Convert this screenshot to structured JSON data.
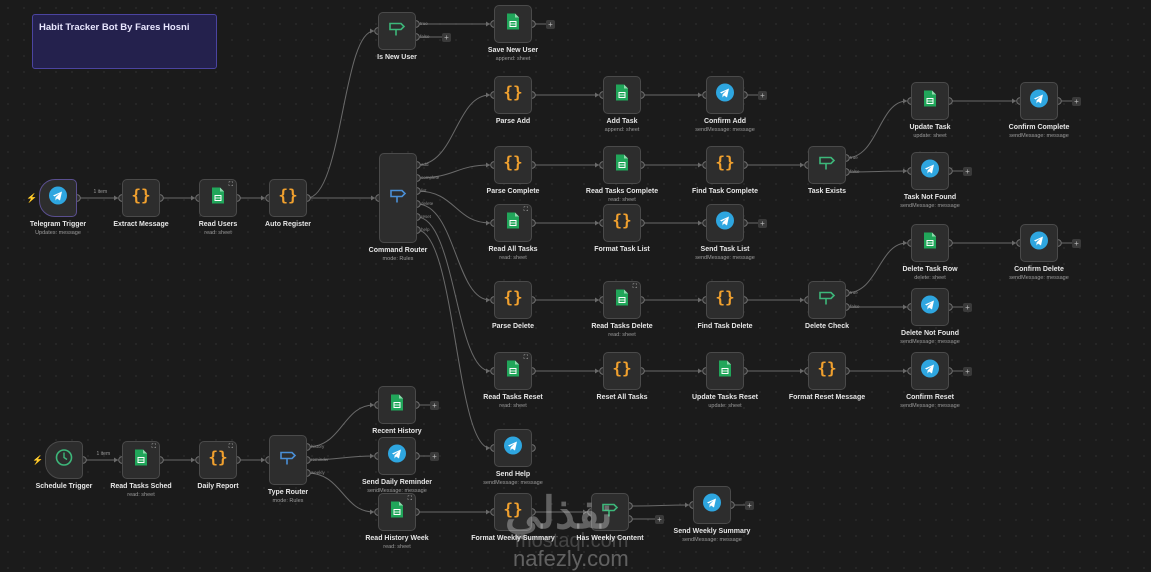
{
  "note": {
    "text": "Habit Tracker Bot By Fares Hosni"
  },
  "colors": {
    "code": "#f0a02e",
    "sheet": "#21a65a",
    "telegram": "#2ea6e0",
    "rules": "#4a8fd6",
    "if": "#3db77a",
    "edge": "#6a6a6a",
    "note_bg": "#24214d"
  },
  "nodes": [
    {
      "id": "tgTrigger",
      "name": "Telegram Trigger",
      "sub": "Updates: message",
      "icon": "telegram-icon"
    },
    {
      "id": "extract",
      "name": "Extract Message",
      "sub": "",
      "icon": "code-icon"
    },
    {
      "id": "readUsers",
      "name": "Read Users",
      "sub": "read: sheet",
      "icon": "sheet-icon"
    },
    {
      "id": "autoReg",
      "name": "Auto Register",
      "sub": "",
      "icon": "code-icon"
    },
    {
      "id": "isNew",
      "name": "Is New User",
      "sub": "",
      "icon": "if-icon",
      "outputs": [
        "true",
        "false"
      ]
    },
    {
      "id": "saveUser",
      "name": "Save New User",
      "sub": "append: sheet",
      "icon": "sheet-icon"
    },
    {
      "id": "cmdRouter",
      "name": "Command Router",
      "sub": "mode: Rules",
      "icon": "rules-icon",
      "outputs": [
        "add",
        "complete",
        "list",
        "delete",
        "reset",
        "help"
      ]
    },
    {
      "id": "parseAdd",
      "name": "Parse Add",
      "sub": "",
      "icon": "code-icon"
    },
    {
      "id": "addTask",
      "name": "Add Task",
      "sub": "append: sheet",
      "icon": "sheet-icon"
    },
    {
      "id": "confirmAdd",
      "name": "Confirm Add",
      "sub": "sendMessage: message",
      "icon": "telegram-icon"
    },
    {
      "id": "parseComplete",
      "name": "Parse Complete",
      "sub": "",
      "icon": "code-icon"
    },
    {
      "id": "readTasksComplete",
      "name": "Read Tasks Complete",
      "sub": "read: sheet",
      "icon": "sheet-icon"
    },
    {
      "id": "findTaskComplete",
      "name": "Find Task Complete",
      "sub": "",
      "icon": "code-icon"
    },
    {
      "id": "taskExists",
      "name": "Task Exists",
      "sub": "",
      "icon": "if-icon",
      "outputs": [
        "true",
        "false"
      ]
    },
    {
      "id": "updateTask",
      "name": "Update Task",
      "sub": "update: sheet",
      "icon": "sheet-icon"
    },
    {
      "id": "confirmComplete",
      "name": "Confirm Complete",
      "sub": "sendMessage: message",
      "icon": "telegram-icon"
    },
    {
      "id": "taskNotFound",
      "name": "Task Not Found",
      "sub": "sendMessage: message",
      "icon": "telegram-icon"
    },
    {
      "id": "readAll",
      "name": "Read All Tasks",
      "sub": "read: sheet",
      "icon": "sheet-icon"
    },
    {
      "id": "formatList",
      "name": "Format Task List",
      "sub": "",
      "icon": "code-icon"
    },
    {
      "id": "sendList",
      "name": "Send Task List",
      "sub": "sendMessage: message",
      "icon": "telegram-icon"
    },
    {
      "id": "parseDelete",
      "name": "Parse Delete",
      "sub": "",
      "icon": "code-icon"
    },
    {
      "id": "readTasksDelete",
      "name": "Read Tasks Delete",
      "sub": "read: sheet",
      "icon": "sheet-icon"
    },
    {
      "id": "findTaskDelete",
      "name": "Find Task Delete",
      "sub": "",
      "icon": "code-icon"
    },
    {
      "id": "deleteCheck",
      "name": "Delete Check",
      "sub": "",
      "icon": "if-icon",
      "outputs": [
        "true",
        "false"
      ]
    },
    {
      "id": "deleteRow",
      "name": "Delete Task Row",
      "sub": "delete: sheet",
      "icon": "sheet-icon"
    },
    {
      "id": "confirmDelete",
      "name": "Confirm Delete",
      "sub": "sendMessage: message",
      "icon": "telegram-icon"
    },
    {
      "id": "deleteNotFound",
      "name": "Delete Not Found",
      "sub": "sendMessage: message",
      "icon": "telegram-icon"
    },
    {
      "id": "readTasksReset",
      "name": "Read Tasks Reset",
      "sub": "read: sheet",
      "icon": "sheet-icon"
    },
    {
      "id": "resetAll",
      "name": "Reset All Tasks",
      "sub": "",
      "icon": "code-icon"
    },
    {
      "id": "updateReset",
      "name": "Update Tasks Reset",
      "sub": "update: sheet",
      "icon": "sheet-icon"
    },
    {
      "id": "formatReset",
      "name": "Format Reset Message",
      "sub": "",
      "icon": "code-icon"
    },
    {
      "id": "confirmReset",
      "name": "Confirm Reset",
      "sub": "sendMessage: message",
      "icon": "telegram-icon"
    },
    {
      "id": "sendHelp",
      "name": "Send Help",
      "sub": "sendMessage: message",
      "icon": "telegram-icon"
    },
    {
      "id": "schedTrigger",
      "name": "Schedule Trigger",
      "sub": "",
      "icon": "clock-icon"
    },
    {
      "id": "readSched",
      "name": "Read Tasks Sched",
      "sub": "read: sheet",
      "icon": "sheet-icon"
    },
    {
      "id": "dailyReport",
      "name": "Daily Report",
      "sub": "",
      "icon": "code-icon"
    },
    {
      "id": "typeRouter",
      "name": "Type Router",
      "sub": "mode: Rules",
      "icon": "rules-icon",
      "outputs": [
        "history",
        "reminder",
        "weekly"
      ]
    },
    {
      "id": "recentHistory",
      "name": "Recent History",
      "sub": "",
      "icon": "sheet-icon"
    },
    {
      "id": "dailyReminder",
      "name": "Send Daily Reminder",
      "sub": "sendMessage: message",
      "icon": "telegram-icon"
    },
    {
      "id": "readHistWeek",
      "name": "Read History Week",
      "sub": "read: sheet",
      "icon": "sheet-icon"
    },
    {
      "id": "formatWeekly",
      "name": "Format Weekly Summary",
      "sub": "",
      "icon": "code-icon"
    },
    {
      "id": "hasWeekly",
      "name": "Has Weekly Content",
      "sub": "",
      "icon": "if-icon",
      "outputs": [
        "",
        ""
      ]
    },
    {
      "id": "sendWeekly",
      "name": "Send Weekly Summary",
      "sub": "sendMessage: message",
      "icon": "telegram-icon"
    }
  ],
  "connections": [
    [
      "tgTrigger",
      0,
      "extract",
      "1 item"
    ],
    [
      "extract",
      0,
      "readUsers"
    ],
    [
      "readUsers",
      0,
      "autoReg"
    ],
    [
      "autoReg",
      0,
      "isNew"
    ],
    [
      "autoReg",
      0,
      "cmdRouter"
    ],
    [
      "isNew",
      0,
      "saveUser"
    ],
    [
      "cmdRouter",
      0,
      "parseAdd"
    ],
    [
      "cmdRouter",
      1,
      "parseComplete"
    ],
    [
      "cmdRouter",
      2,
      "readAll"
    ],
    [
      "cmdRouter",
      3,
      "parseDelete"
    ],
    [
      "cmdRouter",
      4,
      "readTasksReset"
    ],
    [
      "cmdRouter",
      5,
      "sendHelp"
    ],
    [
      "parseAdd",
      0,
      "addTask"
    ],
    [
      "addTask",
      0,
      "confirmAdd"
    ],
    [
      "parseComplete",
      0,
      "readTasksComplete"
    ],
    [
      "readTasksComplete",
      0,
      "findTaskComplete"
    ],
    [
      "findTaskComplete",
      0,
      "taskExists"
    ],
    [
      "taskExists",
      0,
      "updateTask"
    ],
    [
      "taskExists",
      1,
      "taskNotFound"
    ],
    [
      "updateTask",
      0,
      "confirmComplete"
    ],
    [
      "readAll",
      0,
      "formatList"
    ],
    [
      "formatList",
      0,
      "sendList"
    ],
    [
      "parseDelete",
      0,
      "readTasksDelete"
    ],
    [
      "readTasksDelete",
      0,
      "findTaskDelete"
    ],
    [
      "findTaskDelete",
      0,
      "deleteCheck"
    ],
    [
      "deleteCheck",
      0,
      "deleteRow"
    ],
    [
      "deleteCheck",
      1,
      "deleteNotFound"
    ],
    [
      "deleteRow",
      0,
      "confirmDelete"
    ],
    [
      "readTasksReset",
      0,
      "resetAll"
    ],
    [
      "resetAll",
      0,
      "updateReset"
    ],
    [
      "updateReset",
      0,
      "formatReset"
    ],
    [
      "formatReset",
      0,
      "confirmReset"
    ],
    [
      "schedTrigger",
      0,
      "readSched",
      "1 item"
    ],
    [
      "readSched",
      0,
      "dailyReport"
    ],
    [
      "dailyReport",
      0,
      "typeRouter"
    ],
    [
      "typeRouter",
      0,
      "recentHistory"
    ],
    [
      "typeRouter",
      1,
      "dailyReminder"
    ],
    [
      "typeRouter",
      2,
      "readHistWeek"
    ],
    [
      "readHistWeek",
      0,
      "formatWeekly"
    ],
    [
      "formatWeekly",
      0,
      "hasWeekly"
    ],
    [
      "hasWeekly",
      0,
      "sendWeekly"
    ]
  ],
  "watermark": {
    "arabic": "نفذلي",
    "line1": "mostaql.com",
    "line2": "nafezly.com"
  }
}
